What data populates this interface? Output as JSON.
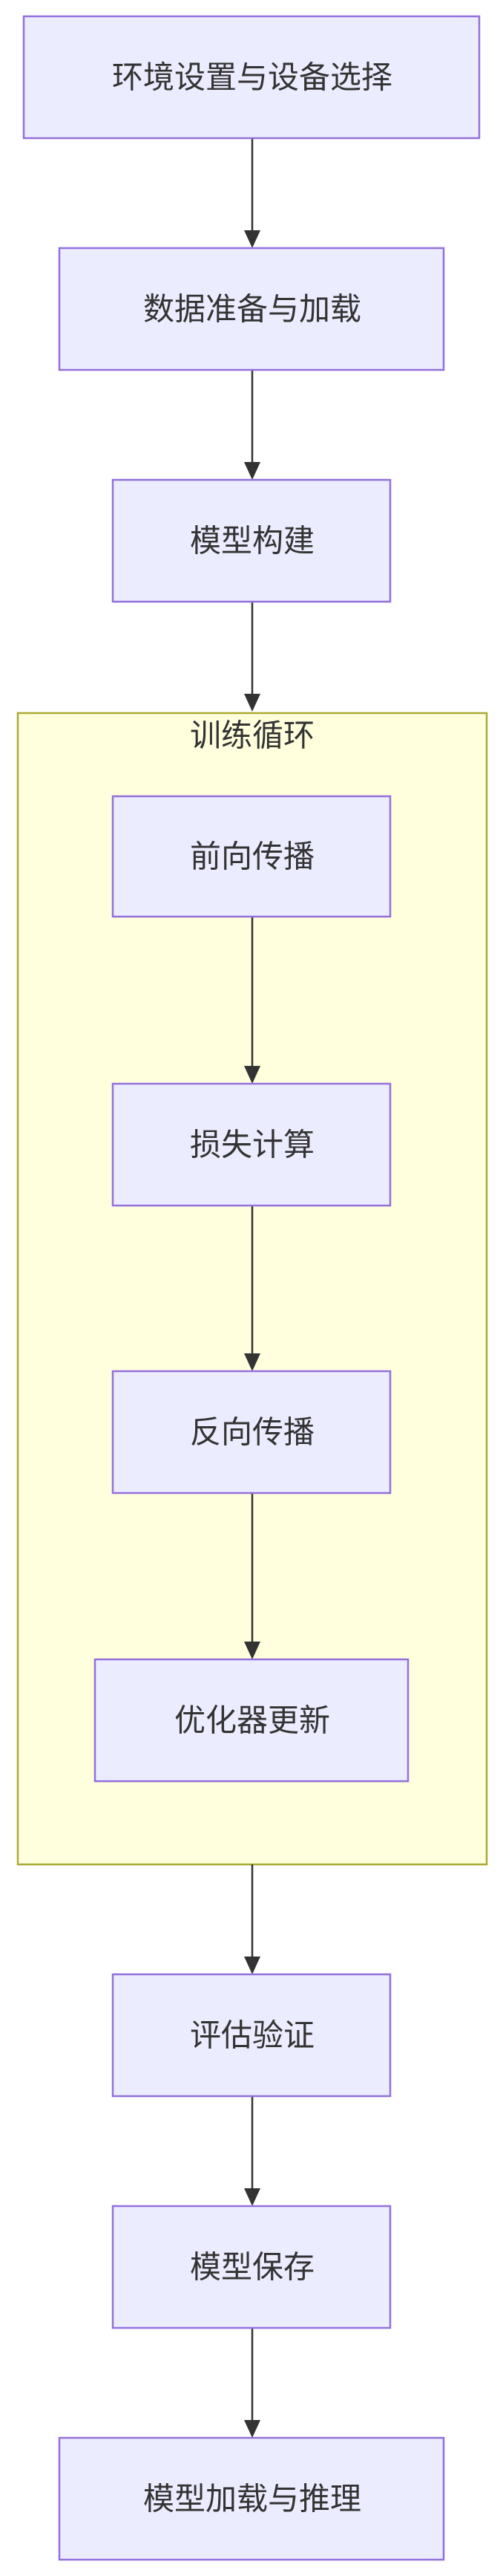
{
  "flowchart": {
    "nodes": {
      "env_setup": "环境设置与设备选择",
      "data_prep": "数据准备与加载",
      "model_build": "模型构建",
      "forward": "前向传播",
      "loss": "损失计算",
      "backward": "反向传播",
      "optimizer": "优化器更新",
      "validate": "评估验证",
      "save": "模型保存",
      "load_infer": "模型加载与推理"
    },
    "cluster": {
      "training_loop": "训练循环"
    }
  },
  "colors": {
    "node_fill": "#ECECFF",
    "node_stroke": "#9370DB",
    "cluster_fill": "#FFFFDE",
    "cluster_stroke": "#AAAA33",
    "edge": "#333333",
    "text": "#333333"
  }
}
